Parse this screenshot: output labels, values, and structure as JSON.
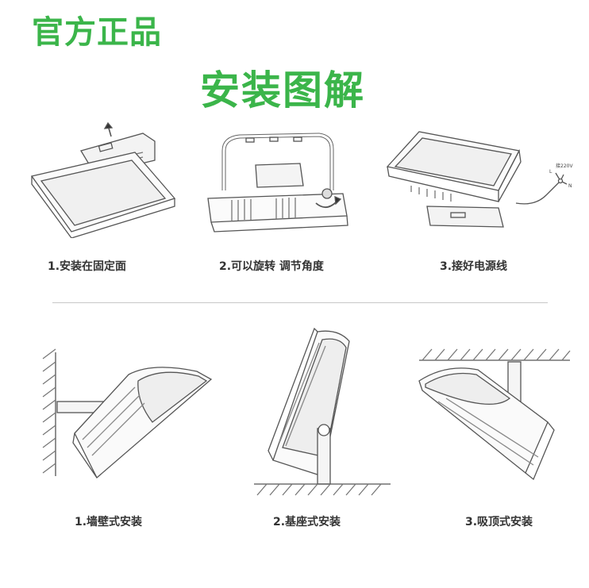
{
  "header": {
    "badge": "官方正品",
    "title": "安装图解"
  },
  "steps_top": [
    {
      "label": "1.安装在固定面"
    },
    {
      "label": "2.可以旋转 调节角度"
    },
    {
      "label": "3.接好电源线"
    }
  ],
  "wiring": {
    "l": "L",
    "n": "N",
    "voltage": "接220V"
  },
  "steps_bottom": [
    {
      "label": "1.墙壁式安装"
    },
    {
      "label": "2.基座式安装"
    },
    {
      "label": "3.吸顶式安装"
    }
  ],
  "colors": {
    "brand_green": "#3bb54a",
    "line": "#555555"
  }
}
